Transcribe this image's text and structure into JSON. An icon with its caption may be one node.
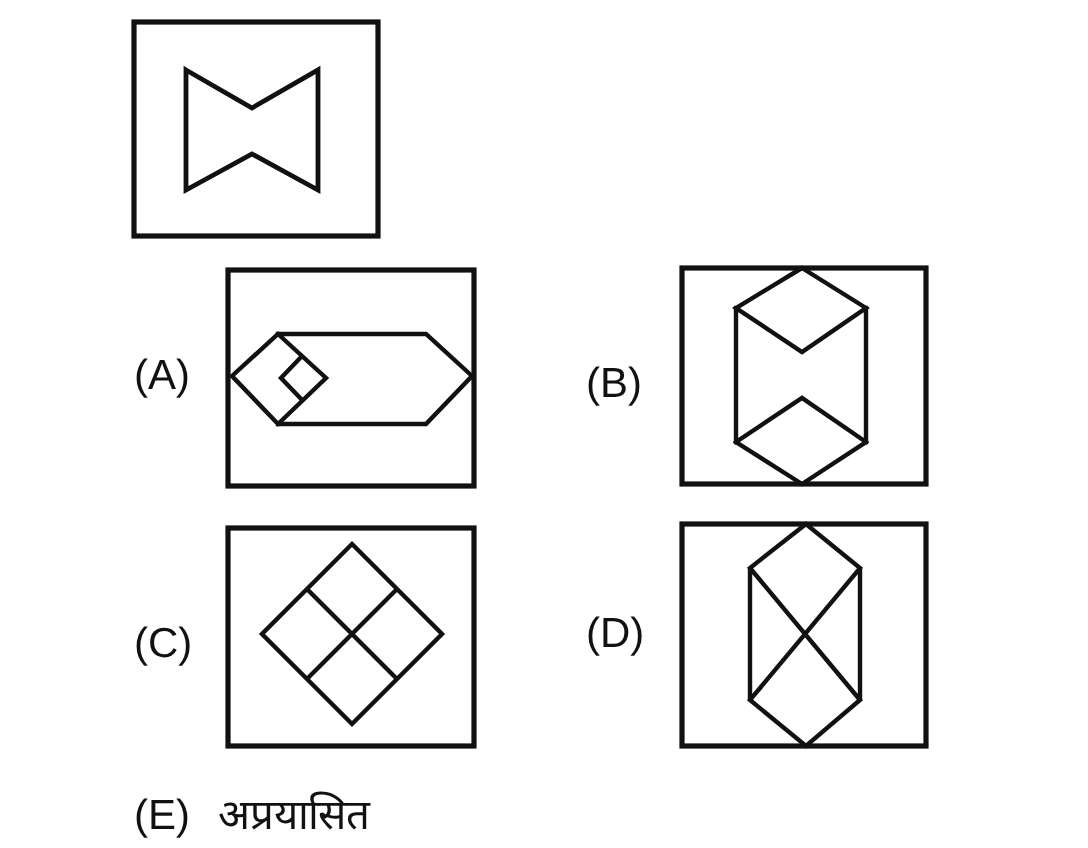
{
  "diagram": {
    "labels": [
      "(A)",
      "(B)",
      "(C)",
      "(D)",
      "(E) अप्रयासित"
    ]
  }
}
